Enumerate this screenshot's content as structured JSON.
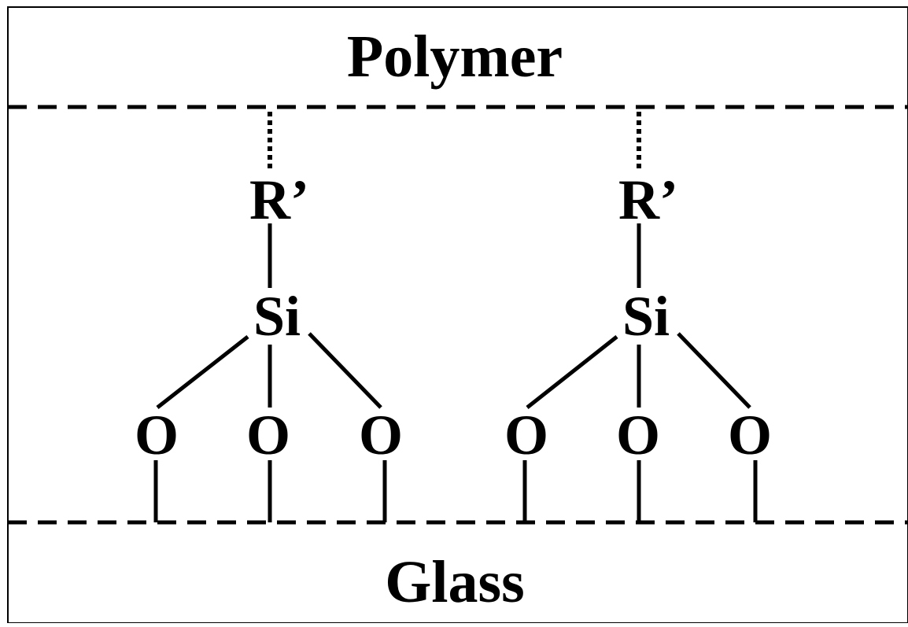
{
  "labels": {
    "top": "Polymer",
    "bottom": "Glass"
  },
  "molecules": [
    {
      "r_label": "R’",
      "si_label": "Si",
      "oxygens": [
        "O",
        "O",
        "O"
      ]
    },
    {
      "r_label": "R’",
      "si_label": "Si",
      "oxygens": [
        "O",
        "O",
        "O"
      ]
    }
  ],
  "colors": {
    "ink": "#000000",
    "background": "#ffffff"
  }
}
